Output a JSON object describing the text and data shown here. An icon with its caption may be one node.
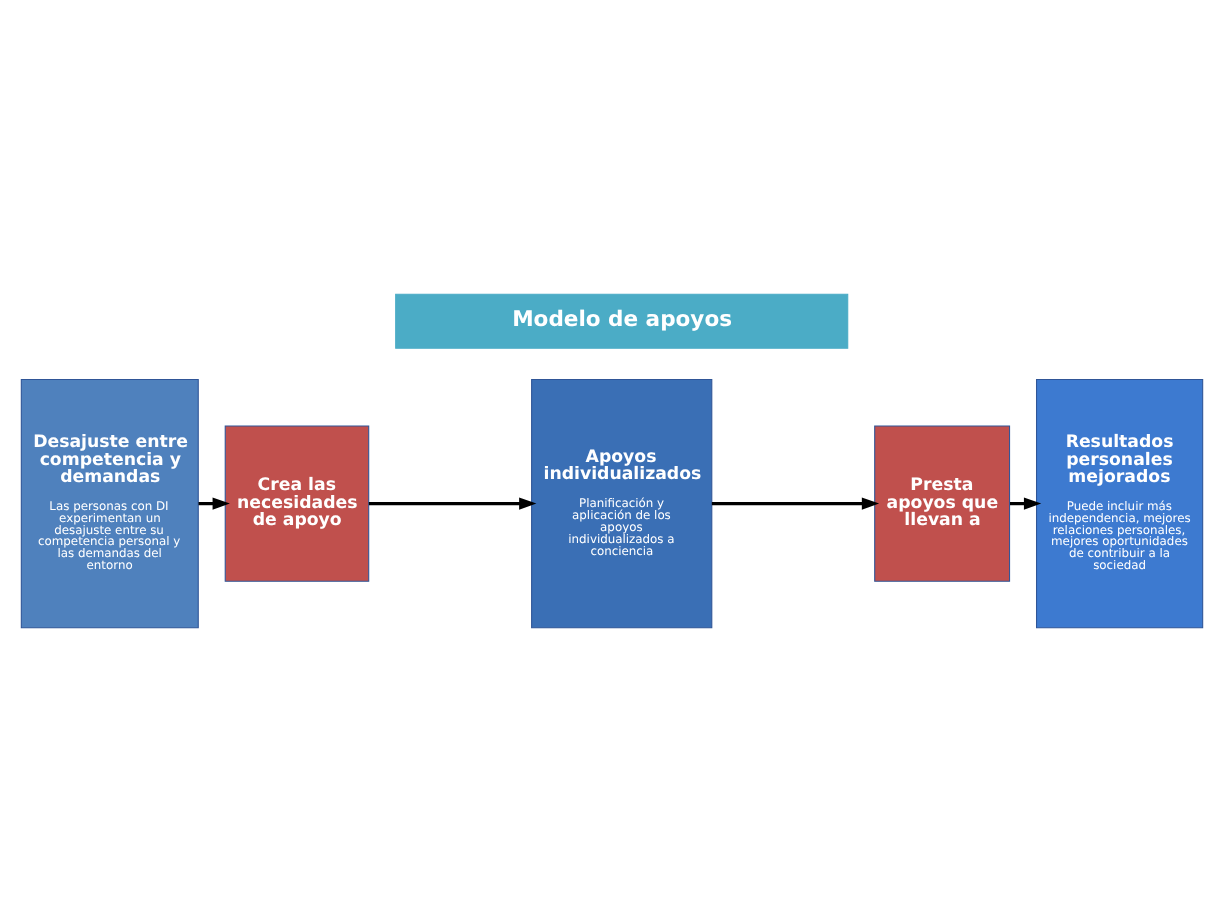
{
  "diagram": {
    "title": "Modelo de apoyos",
    "nodes": [
      {
        "text": [
          "Desajuste entre competencia y demandas",
          "Las personas con DI experimentan un desajuste entre su competencia personal y las demandas del entorno"
        ]
      },
      {
        "text": [
          "Crea las necesidades de apoyo"
        ]
      },
      {
        "text": [
          "Apoyos individualizados",
          "Planificación y aplicación de los apoyos individualizados a conciencia"
        ]
      },
      {
        "text": [
          "Presta apoyos que llevan a"
        ]
      },
      {
        "text": [
          "Resultados personales mejorados",
          "Puede incluir más independencia, mejores relaciones personales, mejores oportunidades de contribuir a la sociedad"
        ]
      }
    ],
    "edges": [
      {
        "from": 0,
        "to": 1,
        "arrow": "to"
      },
      {
        "from": 1,
        "to": 2,
        "arrow": "to"
      },
      {
        "from": 2,
        "to": 3,
        "arrow": "to"
      },
      {
        "from": 3,
        "to": 4,
        "arrow": "to"
      }
    ]
  }
}
